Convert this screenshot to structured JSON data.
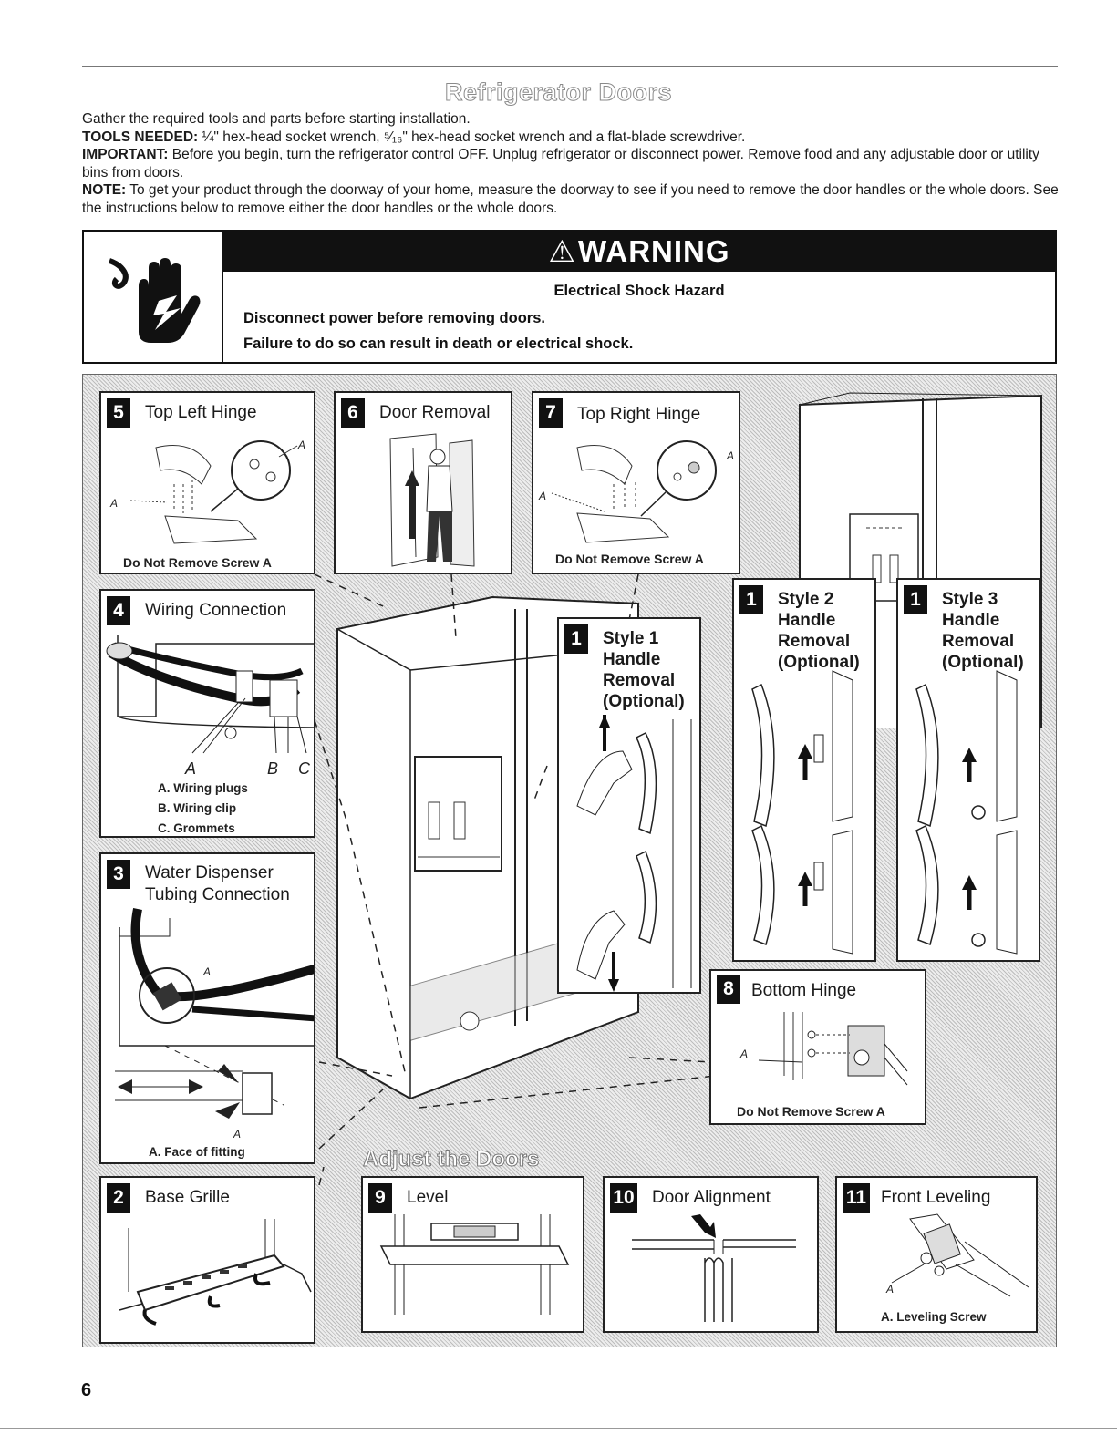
{
  "page": {
    "title": "Refrigerator Doors",
    "number": "6"
  },
  "intro": {
    "line1": "Gather the required tools and parts before starting installation.",
    "tools_label": "TOOLS NEEDED:",
    "tools_text": " ¼\" hex-head socket wrench, ⁵⁄₁₆\" hex-head socket wrench and a flat-blade screwdriver.",
    "important_label": "IMPORTANT:",
    "important_text": " Before you begin, turn the refrigerator control OFF. Unplug refrigerator or disconnect power. Remove food and any adjustable door or utility bins from doors.",
    "note_label": "NOTE:",
    "note_text": " To get your product through the doorway of your home, measure the doorway to see if you need to remove the door handles or the whole doors. See the instructions below to remove either the door handles or the whole doors."
  },
  "warning": {
    "heading": "WARNING",
    "hazard": "Electrical Shock Hazard",
    "line1": "Disconnect power before removing doors.",
    "line2": "Failure to do so can result in death or electrical shock.",
    "icon": "shock-hand-icon"
  },
  "steps": {
    "s5": {
      "num": "5",
      "title": "Top Left Hinge",
      "caption": "Do Not Remove Screw A",
      "label_a": "A"
    },
    "s6": {
      "num": "6",
      "title": "Door Removal"
    },
    "s7": {
      "num": "7",
      "title": "Top Right Hinge",
      "caption": "Do Not Remove Screw A",
      "label_a": "A"
    },
    "s4": {
      "num": "4",
      "title": "Wiring Connection",
      "label_a": "A",
      "label_b": "B",
      "label_c": "C",
      "legend": [
        "A. Wiring plugs",
        "B. Wiring clip",
        "C. Grommets"
      ]
    },
    "s3": {
      "num": "3",
      "title_line1": "Water Dispenser",
      "title_line2": "Tubing Connection",
      "label_a": "A",
      "caption": "A. Face of fitting"
    },
    "s2": {
      "num": "2",
      "title": "Base Grille"
    },
    "s1a": {
      "num": "1",
      "title": [
        "Style 1",
        "Handle",
        "Removal",
        "(Optional)"
      ]
    },
    "s1b": {
      "num": "1",
      "title": [
        "Style 2",
        "Handle",
        "Removal",
        "(Optional)"
      ]
    },
    "s1c": {
      "num": "1",
      "title": [
        "Style 3",
        "Handle",
        "Removal",
        "(Optional)"
      ]
    },
    "s8": {
      "num": "8",
      "title": "Bottom Hinge",
      "caption": "Do Not Remove Screw A",
      "label_a": "A"
    },
    "adjust": {
      "title": "Adjust the Doors"
    },
    "s9": {
      "num": "9",
      "title": "Level"
    },
    "s10": {
      "num": "10",
      "title": "Door Alignment"
    },
    "s11": {
      "num": "11",
      "title": "Front Leveling",
      "label_a": "A",
      "caption": "A. Leveling Screw"
    }
  }
}
